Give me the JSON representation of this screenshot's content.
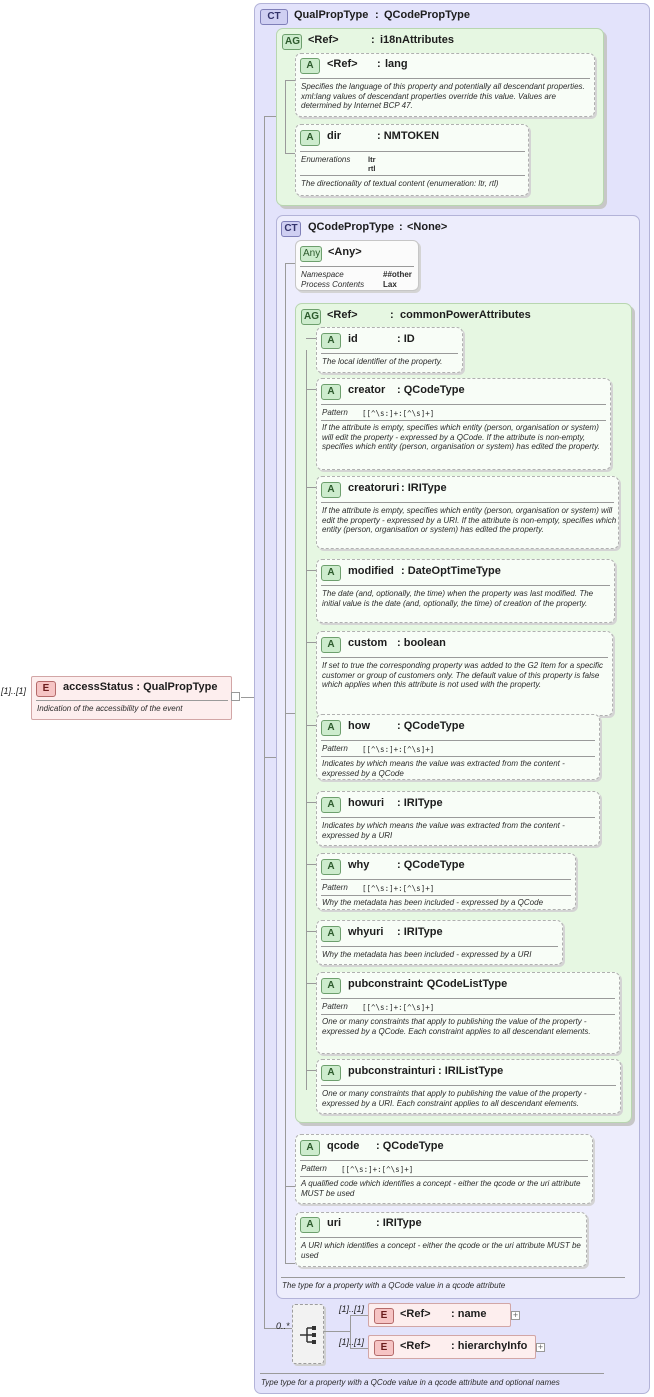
{
  "root_element": {
    "badge": "E",
    "label": "accessStatus : QualPropType",
    "doc": "Indication of the accessibility of the event",
    "cardinality": "[1]..[1]"
  },
  "outer_type": {
    "badge": "CT",
    "name": "QualPropType",
    "sep": ":",
    "base": "QCodePropType",
    "doc": "Type type for a property with a  QCode value in a qcode attribute and optional names"
  },
  "i18n_group": {
    "badge": "AG",
    "ref": "<Ref>",
    "sep": ":",
    "name": "i18nAttributes",
    "lang": {
      "badge": "A",
      "ref": "<Ref>",
      "sep": ":",
      "name": "lang",
      "doc": "Specifies the language of this property and potentially all descendant properties. xml:lang values of descendant properties override this value. Values are determined by Internet BCP 47."
    },
    "dir": {
      "badge": "A",
      "name": "dir",
      "type": ": NMTOKEN",
      "enum_label": "Enumerations",
      "enum_values": [
        "ltr",
        "rtl"
      ],
      "doc": "The directionality of textual content (enumeration: ltr, rtl)"
    }
  },
  "inner_type": {
    "badge": "CT",
    "name": "QCodePropType",
    "sep": ":",
    "base": "<None>",
    "doc": "The type for a property with a QCode value in a qcode attribute"
  },
  "any_attr": {
    "badge": "Any",
    "label": "<Any>",
    "ns_label": "Namespace",
    "ns_value": "##other",
    "pc_label": "Process Contents",
    "pc_value": "Lax"
  },
  "power_group": {
    "badge": "AG",
    "ref": "<Ref>",
    "sep": ":",
    "name": "commonPowerAttributes"
  },
  "attributes": [
    {
      "badge": "A",
      "name": "id",
      "type": ": ID",
      "doc": "The local identifier of the property."
    },
    {
      "badge": "A",
      "name": "creator",
      "type": ": QCodeType",
      "pattern_label": "Pattern",
      "pattern": "[[^\\s:]+:[^\\s]+]",
      "doc": "If the attribute is empty, specifies which entity (person, organisation or system) will edit the property - expressed by a QCode. If the attribute is non-empty, specifies which entity (person, organisation or system) has edited the property."
    },
    {
      "badge": "A",
      "name": "creatoruri",
      "type": ": IRIType",
      "doc": "If the attribute is empty, specifies which entity (person, organisation or system) will edit the property - expressed by a URI. If the attribute is non-empty, specifies which entity (person, organisation or system) has edited the property."
    },
    {
      "badge": "A",
      "name": "modified",
      "type": ": DateOptTimeType",
      "doc": "The date (and, optionally, the time) when the property was last modified. The initial value is the date (and, optionally, the time) of creation of the property."
    },
    {
      "badge": "A",
      "name": "custom",
      "type": ": boolean",
      "doc": "If set to true the corresponding property was added to the G2 Item for a specific customer or group of customers only. The default value of this property is false which applies when this attribute is not used with the property."
    },
    {
      "badge": "A",
      "name": "how",
      "type": ": QCodeType",
      "pattern_label": "Pattern",
      "pattern": "[[^\\s:]+:[^\\s]+]",
      "doc": "Indicates by which means the value was extracted from the content - expressed by a QCode"
    },
    {
      "badge": "A",
      "name": "howuri",
      "type": ": IRIType",
      "doc": "Indicates by which means the value was extracted from the content - expressed by a URI"
    },
    {
      "badge": "A",
      "name": "why",
      "type": ": QCodeType",
      "pattern_label": "Pattern",
      "pattern": "[[^\\s:]+:[^\\s]+]",
      "doc": "Why the metadata has been included - expressed by a QCode"
    },
    {
      "badge": "A",
      "name": "whyuri",
      "type": ": IRIType",
      "doc": "Why the metadata has been included - expressed by a URI"
    },
    {
      "badge": "A",
      "name": "pubconstraint",
      "type": ": QCodeListType",
      "pattern_label": "Pattern",
      "pattern": "[[^\\s:]+:[^\\s]+]",
      "doc": "One or many constraints that apply to publishing the value of the property - expressed by a QCode. Each constraint applies to all descendant elements."
    },
    {
      "badge": "A",
      "name": "pubconstrainturi",
      "type": ": IRIListType",
      "doc": "One or many constraints that apply to publishing the value of the property - expressed by a URI. Each constraint applies to all descendant elements."
    }
  ],
  "qcode_attr": {
    "badge": "A",
    "name": "qcode",
    "type": ": QCodeType",
    "pattern_label": "Pattern",
    "pattern": "[[^\\s:]+:[^\\s]+]",
    "doc": "A qualified code which identifies a concept  - either the  qcode or the uri attribute MUST be used"
  },
  "uri_attr": {
    "badge": "A",
    "name": "uri",
    "type": ": IRIType",
    "doc": "A URI which identifies a concept  - either the  qcode or the uri attribute MUST be used"
  },
  "sequence": {
    "cardinality": "0..*"
  },
  "children": [
    {
      "badge": "E",
      "ref": "<Ref>",
      "name": ": name",
      "cardinality": "[1]..[1]",
      "expand": "+"
    },
    {
      "badge": "E",
      "ref": "<Ref>",
      "name": ": hierarchyInfo",
      "cardinality": "[1]..[1]",
      "expand": "+"
    }
  ]
}
